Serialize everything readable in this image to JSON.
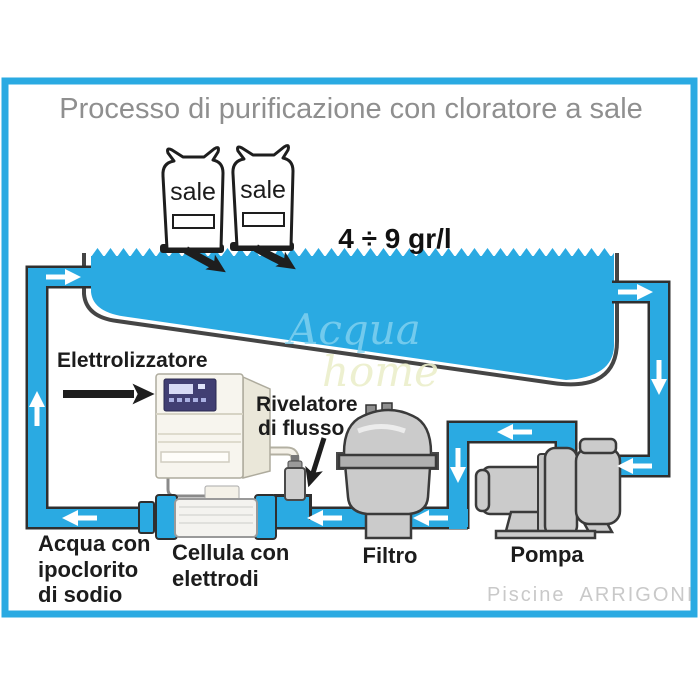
{
  "title": "Processo di purificazione con cloratore a sale",
  "dosage_label": "4 ÷ 9 gr/l",
  "salt_bags": {
    "bag1": "sale",
    "bag2": "sale"
  },
  "watermark": {
    "word1": "Acqua",
    "word2": "home"
  },
  "component_labels": {
    "electrolyzer": "Elettrolizzatore",
    "flow_detector": [
      "Rivelatore",
      "di flusso"
    ],
    "filter": "Filtro",
    "pump": "Pompa",
    "cell": [
      "Cellula con",
      "elettrodi"
    ],
    "treated_water": [
      "Acqua con",
      "ipoclorito",
      "di sodio"
    ]
  },
  "credit": "Piscine  ARRIGONI",
  "colors": {
    "water_blue": "#2aaae2",
    "pipe_blue": "#2aaae2",
    "frame_blue": "#2aaae2",
    "title_gray": "#8f8f8f",
    "text_black": "#1c1c1c",
    "credit_gray": "#c9c9c9",
    "equipment_gray": "#cbcbcb"
  }
}
